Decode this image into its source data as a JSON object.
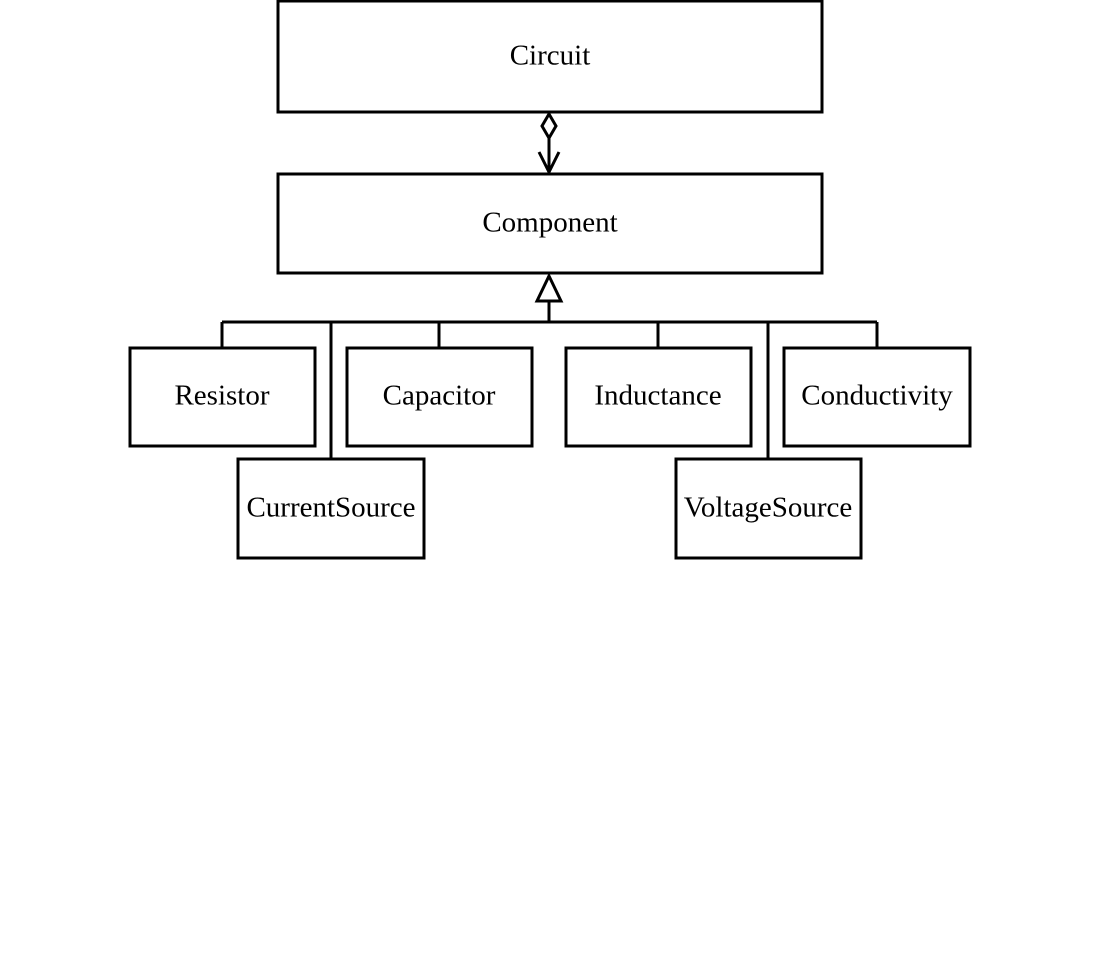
{
  "diagram": {
    "type": "uml-class-diagram",
    "classes": {
      "circuit": "Circuit",
      "component": "Component",
      "resistor": "Resistor",
      "capacitor": "Capacitor",
      "inductance": "Inductance",
      "conductivity": "Conductivity",
      "current_source": "CurrentSource",
      "voltage_source": "VoltageSource"
    },
    "relationships": [
      {
        "from": "Circuit",
        "to": "Component",
        "kind": "aggregation"
      },
      {
        "from": "Resistor",
        "to": "Component",
        "kind": "generalization"
      },
      {
        "from": "Capacitor",
        "to": "Component",
        "kind": "generalization"
      },
      {
        "from": "Inductance",
        "to": "Component",
        "kind": "generalization"
      },
      {
        "from": "Conductivity",
        "to": "Component",
        "kind": "generalization"
      },
      {
        "from": "CurrentSource",
        "to": "Component",
        "kind": "generalization"
      },
      {
        "from": "VoltageSource",
        "to": "Component",
        "kind": "generalization"
      }
    ],
    "colors": {
      "stroke": "#000000",
      "fill": "#ffffff"
    }
  }
}
